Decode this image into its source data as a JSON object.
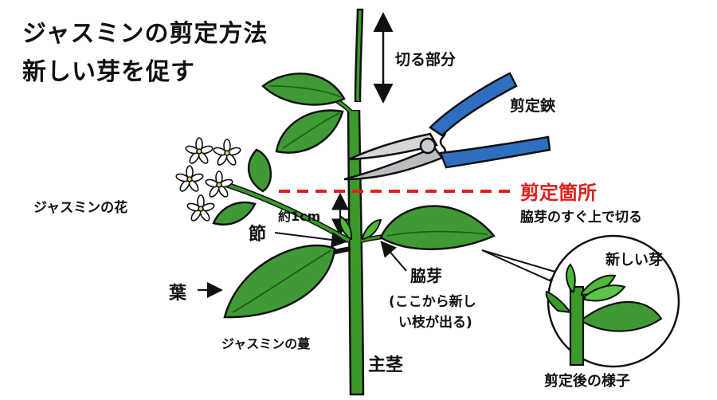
{
  "title": {
    "line1": "ジャスミンの剪定方法",
    "line2": "新しい芽を促す"
  },
  "labels": {
    "cut_part": "切る部分",
    "shears": "剪定鋏",
    "prune_point": "剪定箇所",
    "prune_note": "脇芽のすぐ上で切る",
    "flower": "ジャスミンの花",
    "distance": "約1cm",
    "node": "節",
    "leaf": "葉",
    "axillary_bud": "脇芽",
    "bud_note_line1": "(ここから新し",
    "bud_note_line2": "い枝が出る)",
    "vine": "ジャスミンの蔓",
    "main_stem": "主茎",
    "new_bud": "新しい芽",
    "after_pruning": "剪定後の様子"
  },
  "colors": {
    "stem_green": "#3a9a2a",
    "leaf_green": "#3f9a35",
    "outline": "#111111",
    "cut_line_red": "#e0201f",
    "shears_handle_blue": "#2f6fc1",
    "blade_gray": "#b9bcc0"
  }
}
